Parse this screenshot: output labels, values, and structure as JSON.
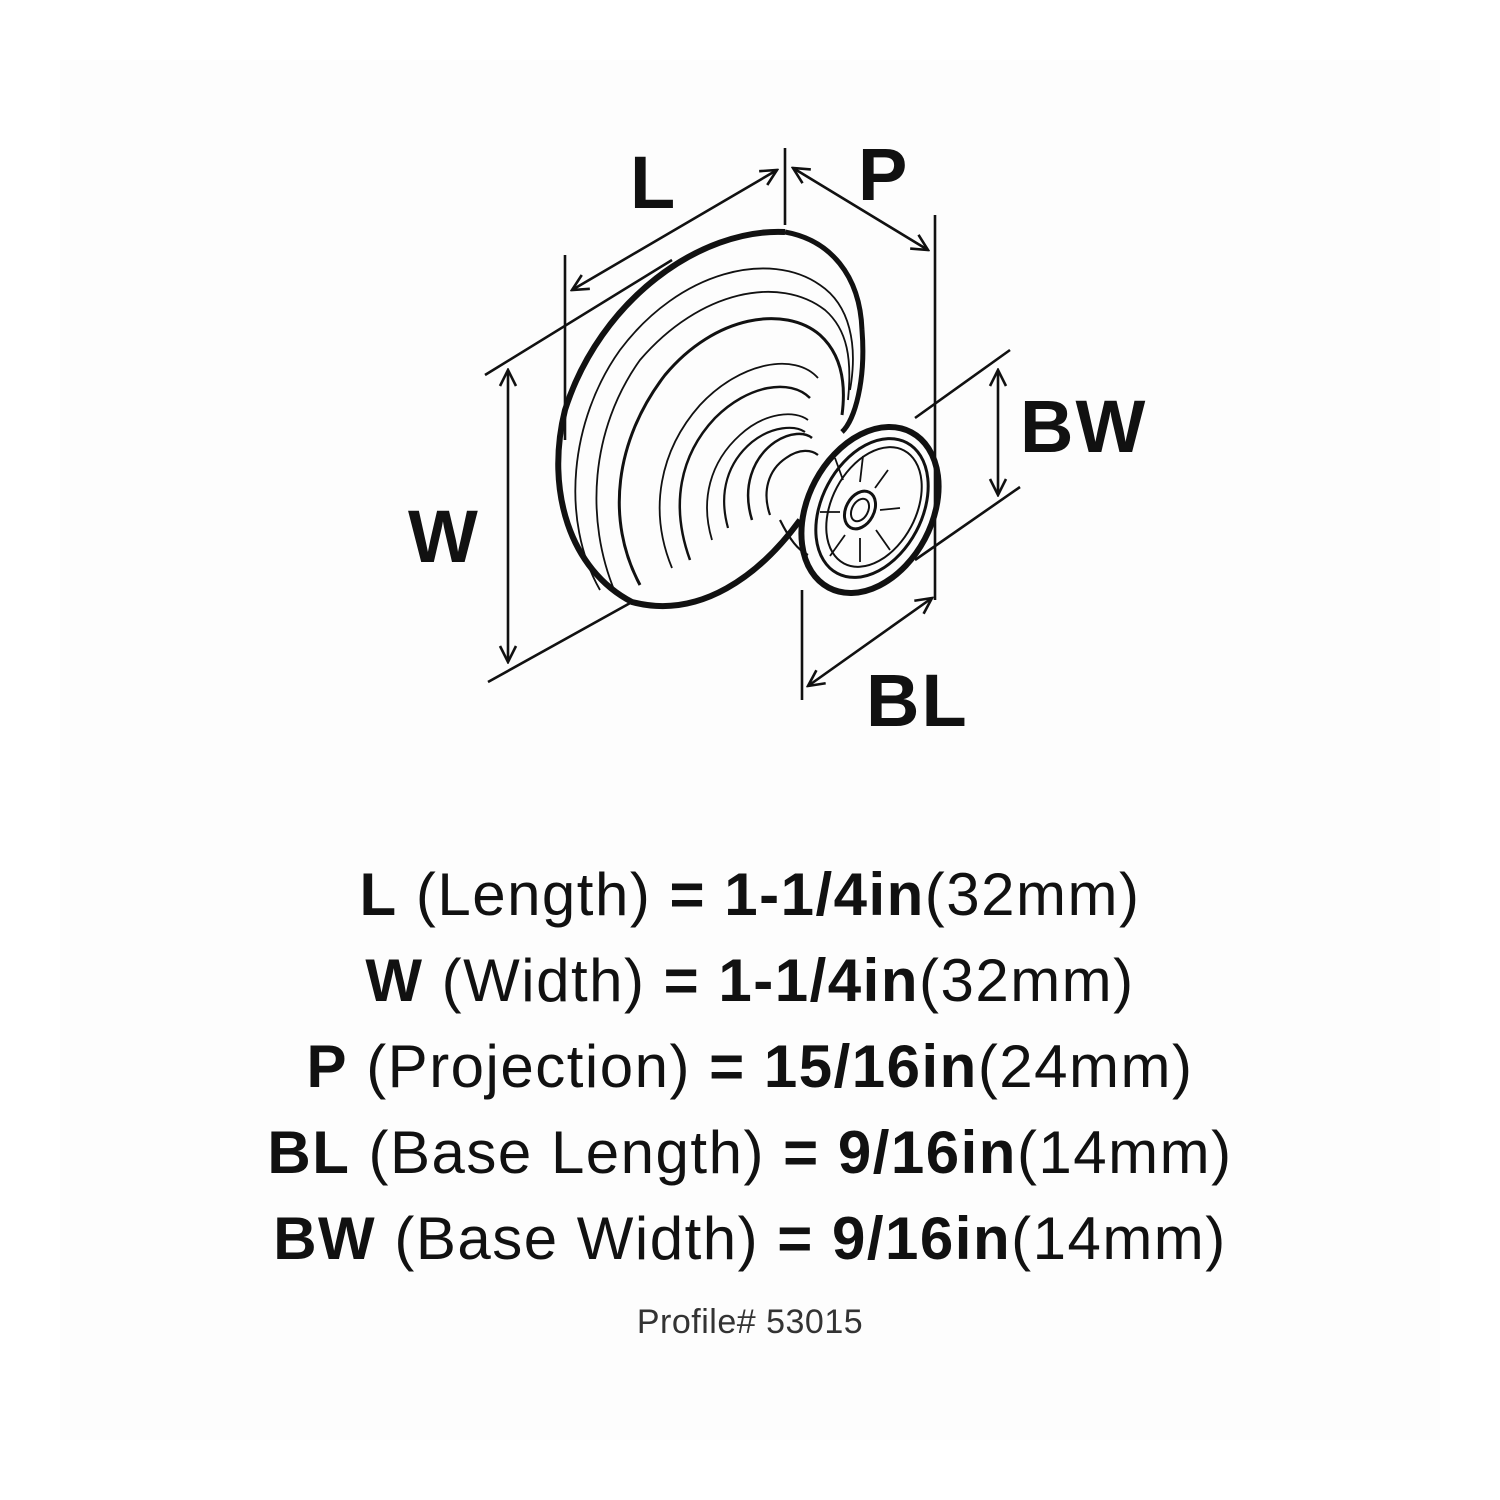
{
  "diagram": {
    "subject": "Cabinet knob dimension drawing",
    "dimension_labels": {
      "length": "L",
      "projection": "P",
      "width": "W",
      "base_width": "BW",
      "base_length": "BL"
    }
  },
  "specs": [
    {
      "code": "L",
      "name": "(Length)",
      "equals": "=",
      "inch": "1-1/4in",
      "mm": "(32mm)"
    },
    {
      "code": "W",
      "name": "(Width)",
      "equals": "=",
      "inch": "1-1/4in",
      "mm": "(32mm)"
    },
    {
      "code": "P",
      "name": "(Projection)",
      "equals": "=",
      "inch": "15/16in",
      "mm": "(24mm)"
    },
    {
      "code": "BL",
      "name": "(Base Length)",
      "equals": "=",
      "inch": "9/16in",
      "mm": "(14mm)"
    },
    {
      "code": "BW",
      "name": "(Base Width)",
      "equals": "=",
      "inch": "9/16in",
      "mm": "(14mm)"
    }
  ],
  "profile": "Profile# 53015",
  "colors": {
    "ink": "#111111",
    "background": "#ffffff",
    "profile_text": "#333333"
  }
}
